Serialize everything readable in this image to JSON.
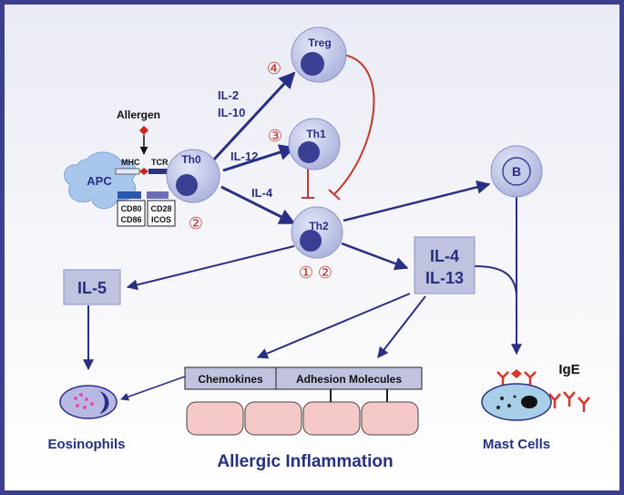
{
  "cells": {
    "treg": "Treg",
    "th1": "Th1",
    "th0": "Th0",
    "th2": "Th2",
    "b": "B",
    "apc": "APC"
  },
  "labels": {
    "allergen": "Allergen",
    "mhc": "MHC",
    "tcr": "TCR",
    "cd80": "CD80",
    "cd86": "CD86",
    "cd28": "CD28",
    "icos": "ICOS",
    "il2": "IL-2",
    "il10": "IL-10",
    "il12": "IL-12",
    "il4_arrow": "IL-4",
    "il5": "IL-5",
    "il4_box": "IL-4",
    "il13_box": "IL-13",
    "chemokines": "Chemokines",
    "adhesion": "Adhesion Molecules",
    "ige": "IgE",
    "eosinophils": "Eosinophils",
    "mast_cells": "Mast Cells",
    "allergic_inflammation": "Allergic Inflammation"
  },
  "markers": {
    "treg_num": "④",
    "th1_num": "③",
    "th0_num": "②",
    "th2_num_1": "①",
    "th2_num_2": "②"
  },
  "colors": {
    "arrow": "#2a2f86",
    "inhibit": "#c0392b",
    "cell_fill": "#c3c8e8",
    "nucleus": "#3a3f93",
    "box_fill": "#bfc3e0",
    "endothelium": "#f6c9c9"
  }
}
